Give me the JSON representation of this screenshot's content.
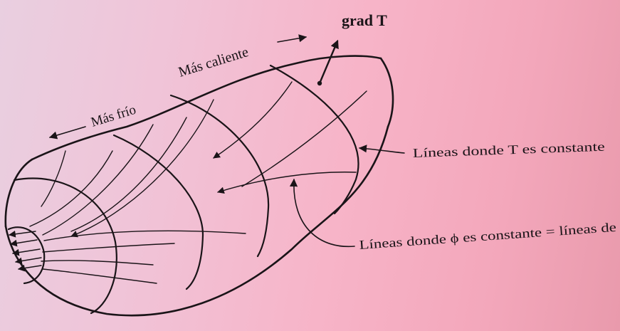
{
  "labels": {
    "grad_T": "grad T",
    "mas_frio": "Más frío",
    "mas_caliente": "Más caliente",
    "lineas_T": "Líneas donde T es constante",
    "lineas_phi": "Líneas donde ϕ es constante = líneas de"
  },
  "colors": {
    "ink": "#1a1418",
    "paper_left": "#e9cfe0",
    "paper_right": "#e99aac"
  }
}
